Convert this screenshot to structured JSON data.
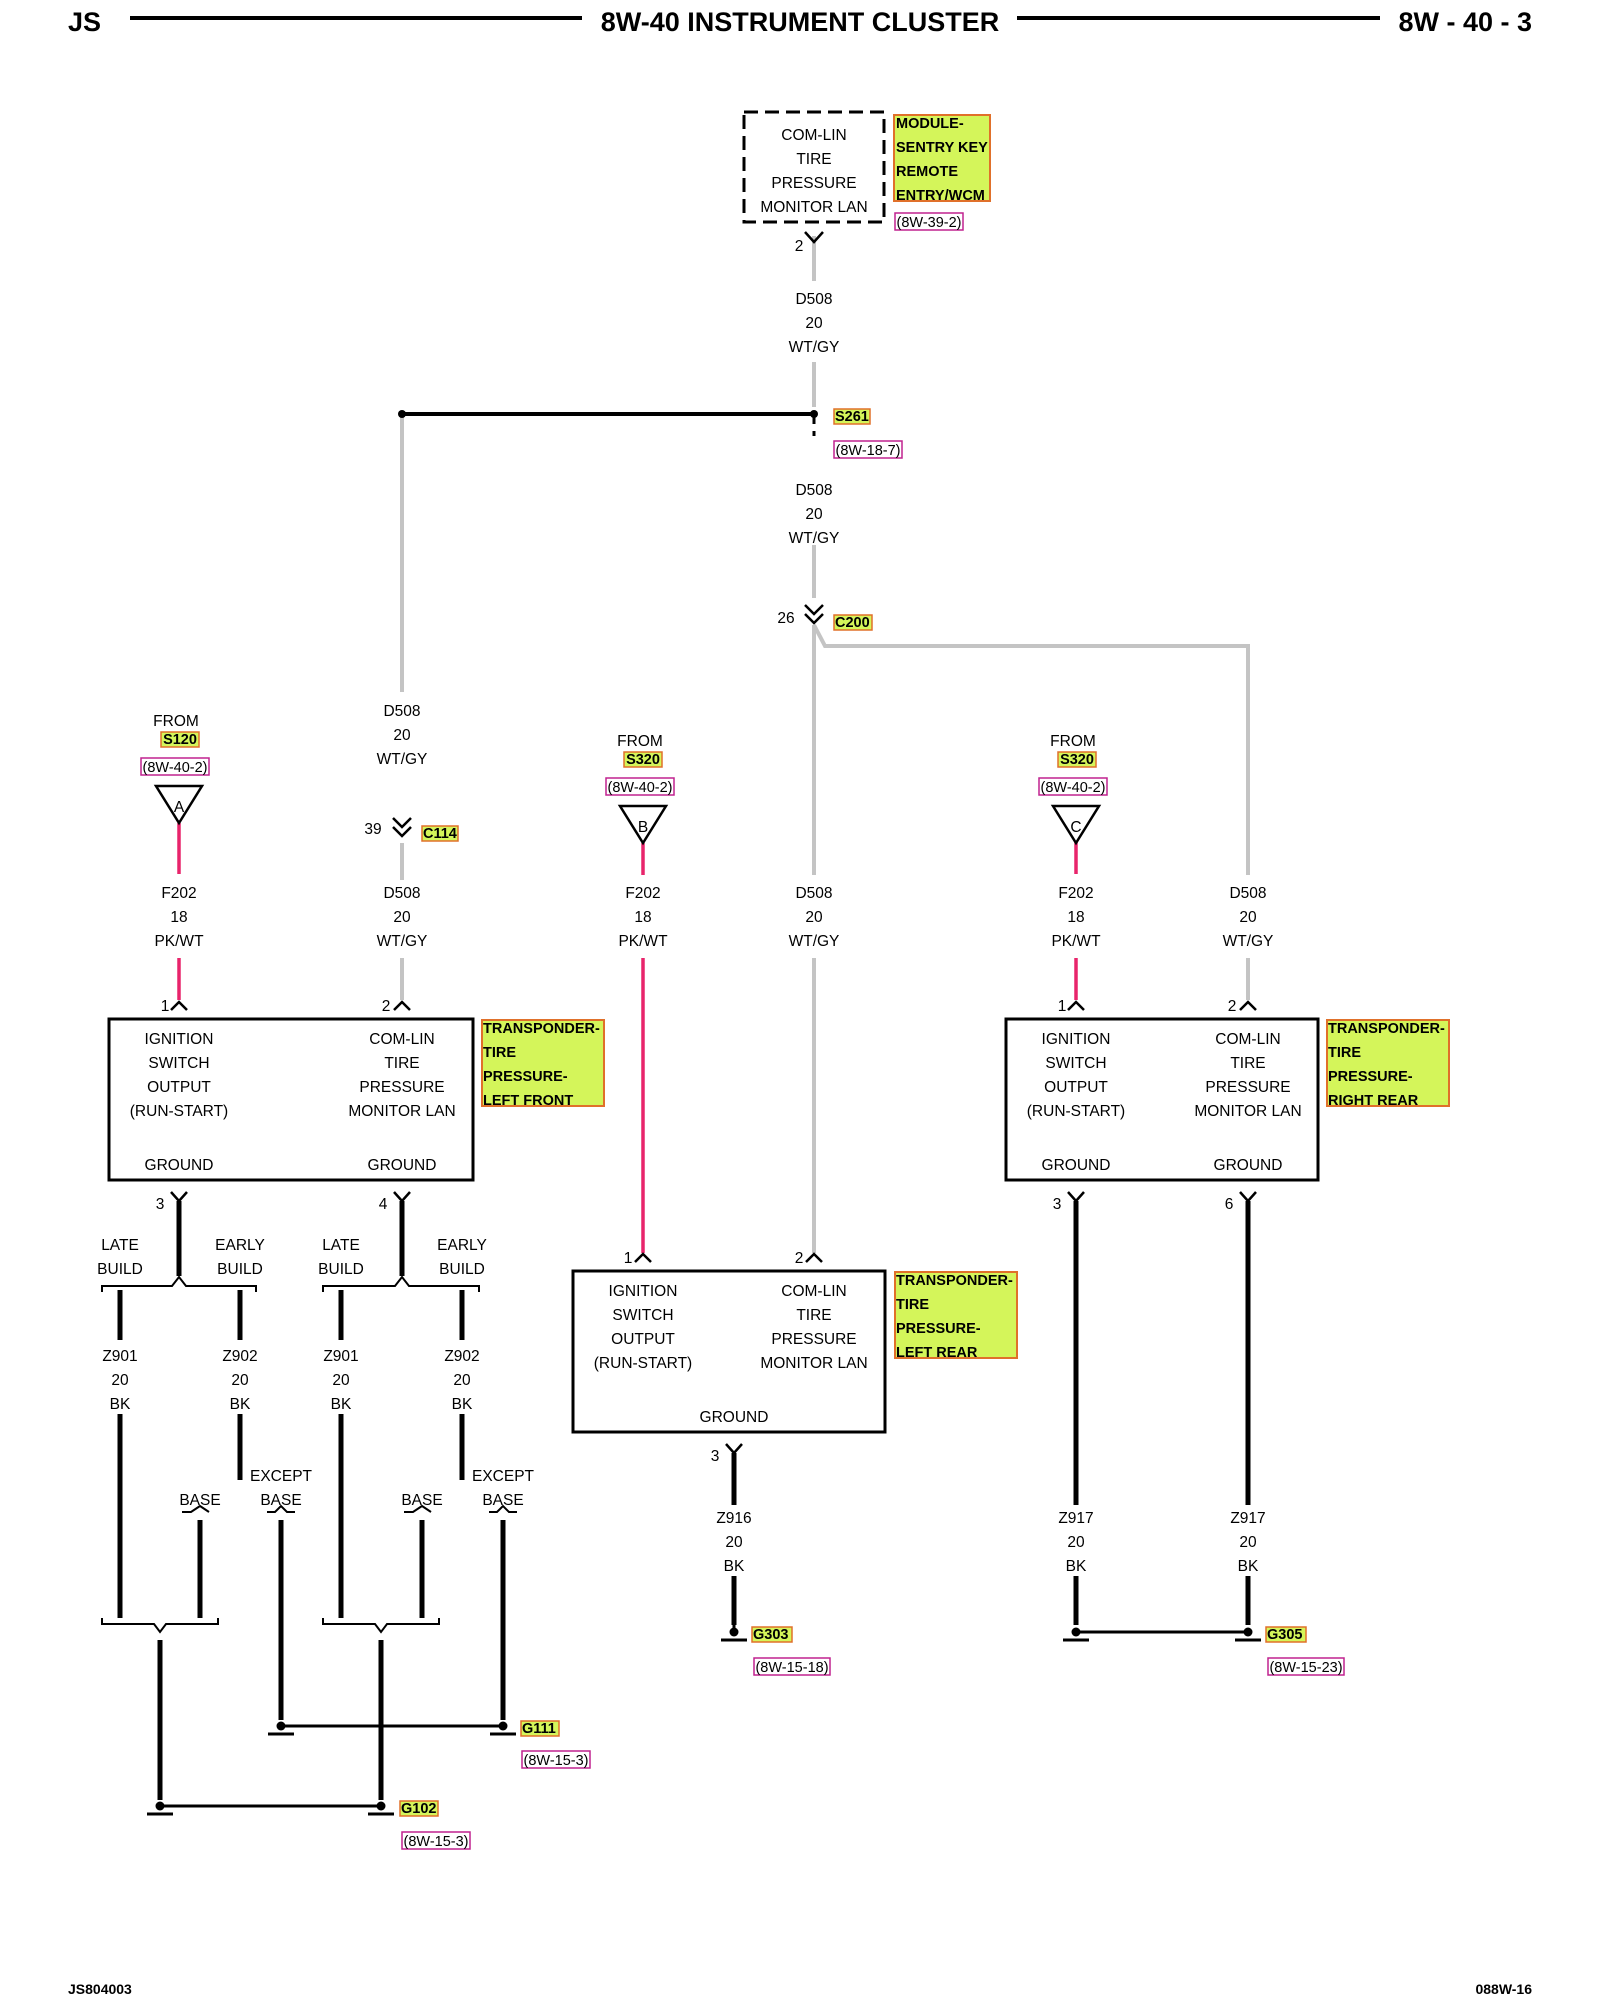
{
  "header": {
    "left": "JS",
    "title": "8W-40 INSTRUMENT CLUSTER",
    "right": "8W - 40 - 3"
  },
  "footer": {
    "left": "JS804003",
    "right": "088W-16"
  },
  "colors": {
    "highlight": "#d4f55a",
    "highlight_border": "#e0702a",
    "ref_border": "#c0228f",
    "wire_gray": "#c4c4c4",
    "wire_pink": "#e8246b",
    "wire_black": "#000000"
  },
  "module": {
    "lines": [
      "COM-LIN",
      "TIRE",
      "PRESSURE",
      "MONITOR LAN"
    ],
    "name_lines": [
      "MODULE-",
      "SENTRY KEY",
      "REMOTE",
      "ENTRY/WCM"
    ],
    "ref": "(8W-39-2)",
    "pin": "2"
  },
  "wire_top": {
    "lines": [
      "D508",
      "20",
      "WT/GY"
    ]
  },
  "splice": {
    "name": "S261",
    "ref": "(8W-18-7)"
  },
  "wire_mid": {
    "lines": [
      "D508",
      "20",
      "WT/GY"
    ]
  },
  "c200": {
    "pin": "26",
    "name": "C200"
  },
  "left_d508_upper": {
    "lines": [
      "D508",
      "20",
      "WT/GY"
    ]
  },
  "c114": {
    "pin": "39",
    "name": "C114"
  },
  "feeds": [
    {
      "from": "FROM",
      "splice": "S120",
      "ref": "(8W-40-2)",
      "letter": "A"
    },
    {
      "from": "FROM",
      "splice": "S320",
      "ref": "(8W-40-2)",
      "letter": "B"
    },
    {
      "from": "FROM",
      "splice": "S320",
      "ref": "(8W-40-2)",
      "letter": "C"
    }
  ],
  "wires_row": [
    {
      "lines": [
        "F202",
        "18",
        "PK/WT"
      ]
    },
    {
      "lines": [
        "D508",
        "20",
        "WT/GY"
      ]
    },
    {
      "lines": [
        "F202",
        "18",
        "PK/WT"
      ]
    },
    {
      "lines": [
        "D508",
        "20",
        "WT/GY"
      ]
    },
    {
      "lines": [
        "F202",
        "18",
        "PK/WT"
      ]
    },
    {
      "lines": [
        "D508",
        "20",
        "WT/GY"
      ]
    }
  ],
  "sensors": [
    {
      "name_lines": [
        "TRANSPONDER-",
        "TIRE",
        "PRESSURE-",
        "LEFT FRONT"
      ],
      "left_lines": [
        "IGNITION",
        "SWITCH",
        "OUTPUT",
        "(RUN-START)"
      ],
      "right_lines": [
        "COM-LIN",
        "TIRE",
        "PRESSURE",
        "MONITOR LAN"
      ],
      "ground_labels": [
        "GROUND",
        "GROUND"
      ],
      "pins_top": [
        "1",
        "2"
      ],
      "pins_bottom": [
        "3",
        "4"
      ]
    },
    {
      "name_lines": [
        "TRANSPONDER-",
        "TIRE",
        "PRESSURE-",
        "LEFT REAR"
      ],
      "left_lines": [
        "IGNITION",
        "SWITCH",
        "OUTPUT",
        "(RUN-START)"
      ],
      "right_lines": [
        "COM-LIN",
        "TIRE",
        "PRESSURE",
        "MONITOR LAN"
      ],
      "ground_labels": [
        "GROUND"
      ],
      "pins_top": [
        "1",
        "2"
      ],
      "pins_bottom": [
        "3"
      ]
    },
    {
      "name_lines": [
        "TRANSPONDER-",
        "TIRE",
        "PRESSURE-",
        "RIGHT REAR"
      ],
      "left_lines": [
        "IGNITION",
        "SWITCH",
        "OUTPUT",
        "(RUN-START)"
      ],
      "right_lines": [
        "COM-LIN",
        "TIRE",
        "PRESSURE",
        "MONITOR LAN"
      ],
      "ground_labels": [
        "GROUND",
        "GROUND"
      ],
      "pins_top": [
        "1",
        "2"
      ],
      "pins_bottom": [
        "3",
        "6"
      ]
    }
  ],
  "build_labels": {
    "late": [
      "LATE",
      "BUILD"
    ],
    "early": [
      "EARLY",
      "BUILD"
    ]
  },
  "option_labels": {
    "base": "BASE",
    "except": [
      "EXCEPT",
      "BASE"
    ]
  },
  "ground_wires": [
    {
      "lines": [
        "Z901",
        "20",
        "BK"
      ]
    },
    {
      "lines": [
        "Z902",
        "20",
        "BK"
      ]
    },
    {
      "lines": [
        "Z901",
        "20",
        "BK"
      ]
    },
    {
      "lines": [
        "Z902",
        "20",
        "BK"
      ]
    },
    {
      "lines": [
        "Z916",
        "20",
        "BK"
      ]
    },
    {
      "lines": [
        "Z917",
        "20",
        "BK"
      ]
    },
    {
      "lines": [
        "Z917",
        "20",
        "BK"
      ]
    }
  ],
  "grounds": [
    {
      "name": "G111",
      "ref": "(8W-15-3)"
    },
    {
      "name": "G102",
      "ref": "(8W-15-3)"
    },
    {
      "name": "G303",
      "ref": "(8W-15-18)"
    },
    {
      "name": "G305",
      "ref": "(8W-15-23)"
    }
  ]
}
